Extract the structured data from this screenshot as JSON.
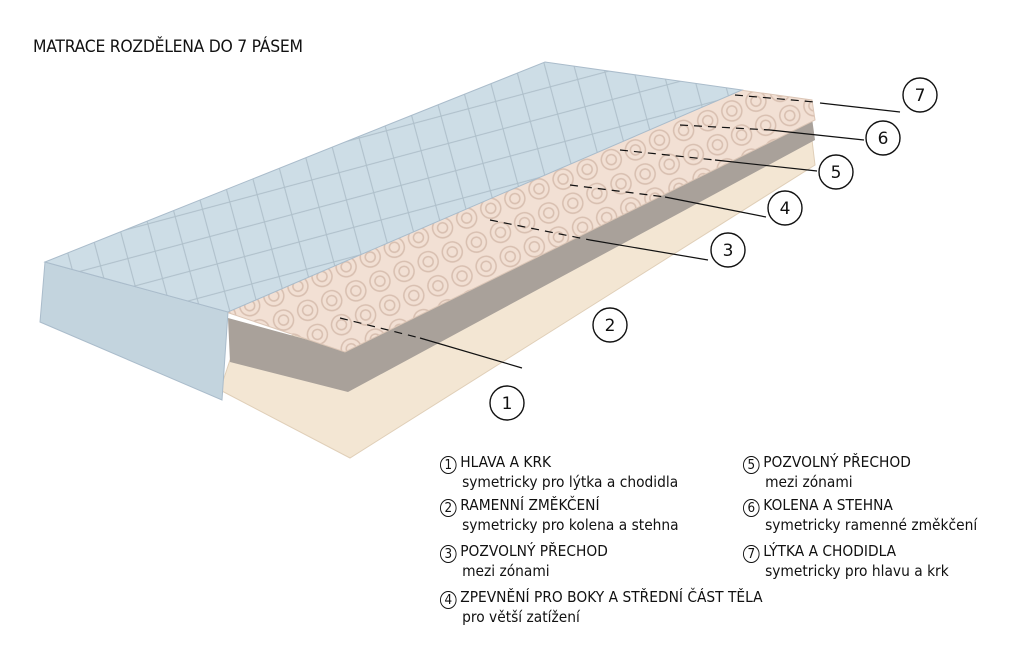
{
  "title": "MATRACE ROZDĚLENA DO 7 PÁSEM",
  "callouts": [
    "1",
    "2",
    "3",
    "4",
    "5",
    "6",
    "7"
  ],
  "legend": [
    {
      "num": "1",
      "name": "HLAVA A KRK",
      "desc": "symetricky pro lýtka a chodidla"
    },
    {
      "num": "2",
      "name": "RAMENNÍ ZMĚKČENÍ",
      "desc": "symetricky pro kolena a stehna"
    },
    {
      "num": "3",
      "name": "POZVOLNÝ PŘECHOD",
      "desc": "mezi zónami"
    },
    {
      "num": "4",
      "name": "ZPEVNĚNÍ PRO BOKY A STŘEDNÍ ČÁST TĚLA",
      "desc": "pro větší zatížení"
    },
    {
      "num": "5",
      "name": "POZVOLNÝ PŘECHOD",
      "desc": "mezi zónami"
    },
    {
      "num": "6",
      "name": "KOLENA A STEHNA",
      "desc": "symetricky ramenné změkčení"
    },
    {
      "num": "7",
      "name": "LÝTKA  A CHODIDLA",
      "desc": "symetricky pro hlavu a krk"
    }
  ],
  "colors": {
    "cover": "#c9d9e2",
    "foam": "#f0dcd0",
    "core": "#a8a09a",
    "base": "#f3e6d3"
  }
}
